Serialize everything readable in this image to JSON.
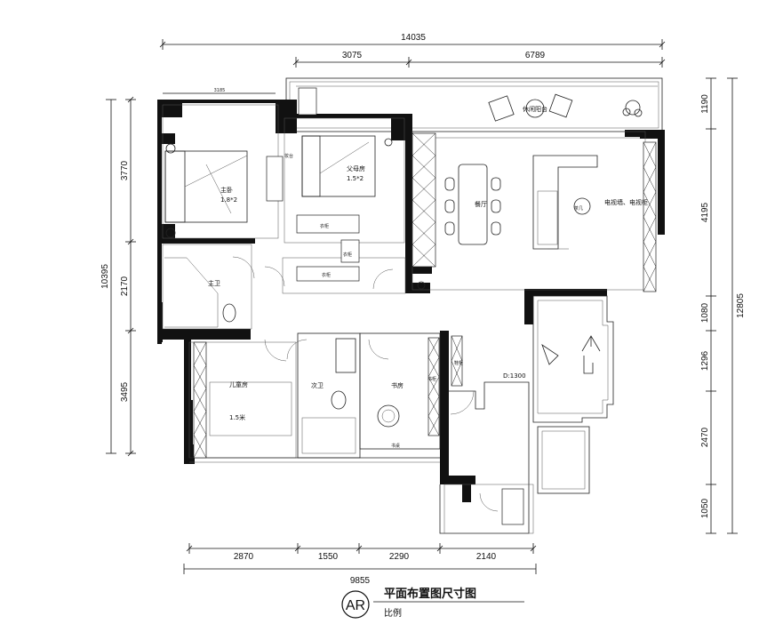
{
  "dimensions": {
    "top_total": "14035",
    "top_left": "3075",
    "top_right": "6789",
    "inner_top": "3185",
    "left_1": "3770",
    "left_2": "2170",
    "left_3": "3495",
    "left_total": "10395",
    "right_1": "1190",
    "right_2": "4195",
    "right_3": "1080",
    "right_4": "1296",
    "right_5": "2470",
    "right_6": "1050",
    "right_total": "12805",
    "bottom_1": "2870",
    "bottom_2": "1550",
    "bottom_3": "2290",
    "bottom_4": "2140",
    "bottom_total": "9855"
  },
  "rooms": {
    "master_bedroom": "主卧",
    "master_bed": "1.8*2",
    "parents_room": "父母房",
    "parents_bed": "1.5*2",
    "master_bath": "主卫",
    "kids_room": "儿童房",
    "kids_bed": "1.5米",
    "second_bath": "次卫",
    "study": "书房",
    "study_cabinet": "书柜",
    "dining": "餐厅",
    "tv_wall": "电视墙、电视柜",
    "leisure_balcony": "休闲阳台",
    "wardrobe_1": "衣柜",
    "wardrobe_2": "衣柜",
    "wardrobe_3": "衣柜",
    "dressing_table": "妆台",
    "coffee_table": "茶几",
    "door_width": "D:1300",
    "shoe_cabinet": "鞋柜",
    "bookcase_desk": "书桌"
  },
  "legend": {
    "badge": "AR",
    "title": "平面布置图尺寸图",
    "scale": "比例"
  }
}
